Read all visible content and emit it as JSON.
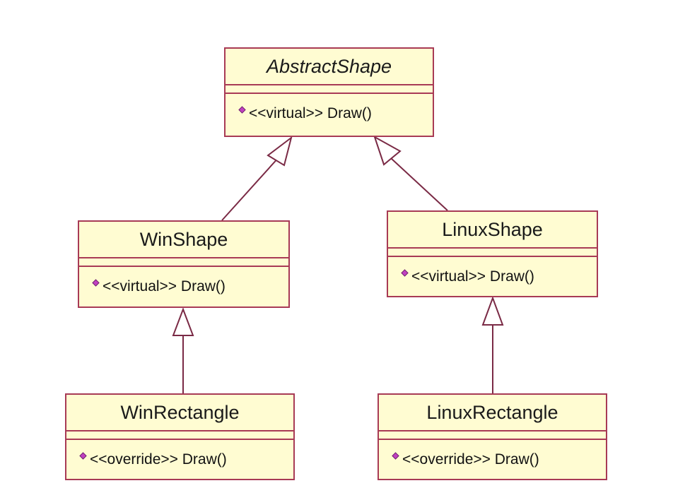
{
  "classes": {
    "abstract_shape": {
      "name": "AbstractShape",
      "operation": "<<virtual>> Draw()"
    },
    "win_shape": {
      "name": "WinShape",
      "operation": "<<virtual>> Draw()"
    },
    "linux_shape": {
      "name": "LinuxShape",
      "operation": "<<virtual>> Draw()"
    },
    "win_rectangle": {
      "name": "WinRectangle",
      "operation": "<<override>> Draw()"
    },
    "linux_rectangle": {
      "name": "LinuxRectangle",
      "operation": "<<override>> Draw()"
    }
  },
  "relationships": [
    {
      "type": "generalization",
      "from": "WinShape",
      "to": "AbstractShape"
    },
    {
      "type": "generalization",
      "from": "LinuxShape",
      "to": "AbstractShape"
    },
    {
      "type": "generalization",
      "from": "WinRectangle",
      "to": "WinShape"
    },
    {
      "type": "generalization",
      "from": "LinuxRectangle",
      "to": "LinuxShape"
    }
  ],
  "colors": {
    "box_fill": "#fffcd2",
    "box_border": "#a83a55",
    "operation_icon": "#c040c0"
  },
  "icons": {
    "operation": "public-operation-icon"
  }
}
